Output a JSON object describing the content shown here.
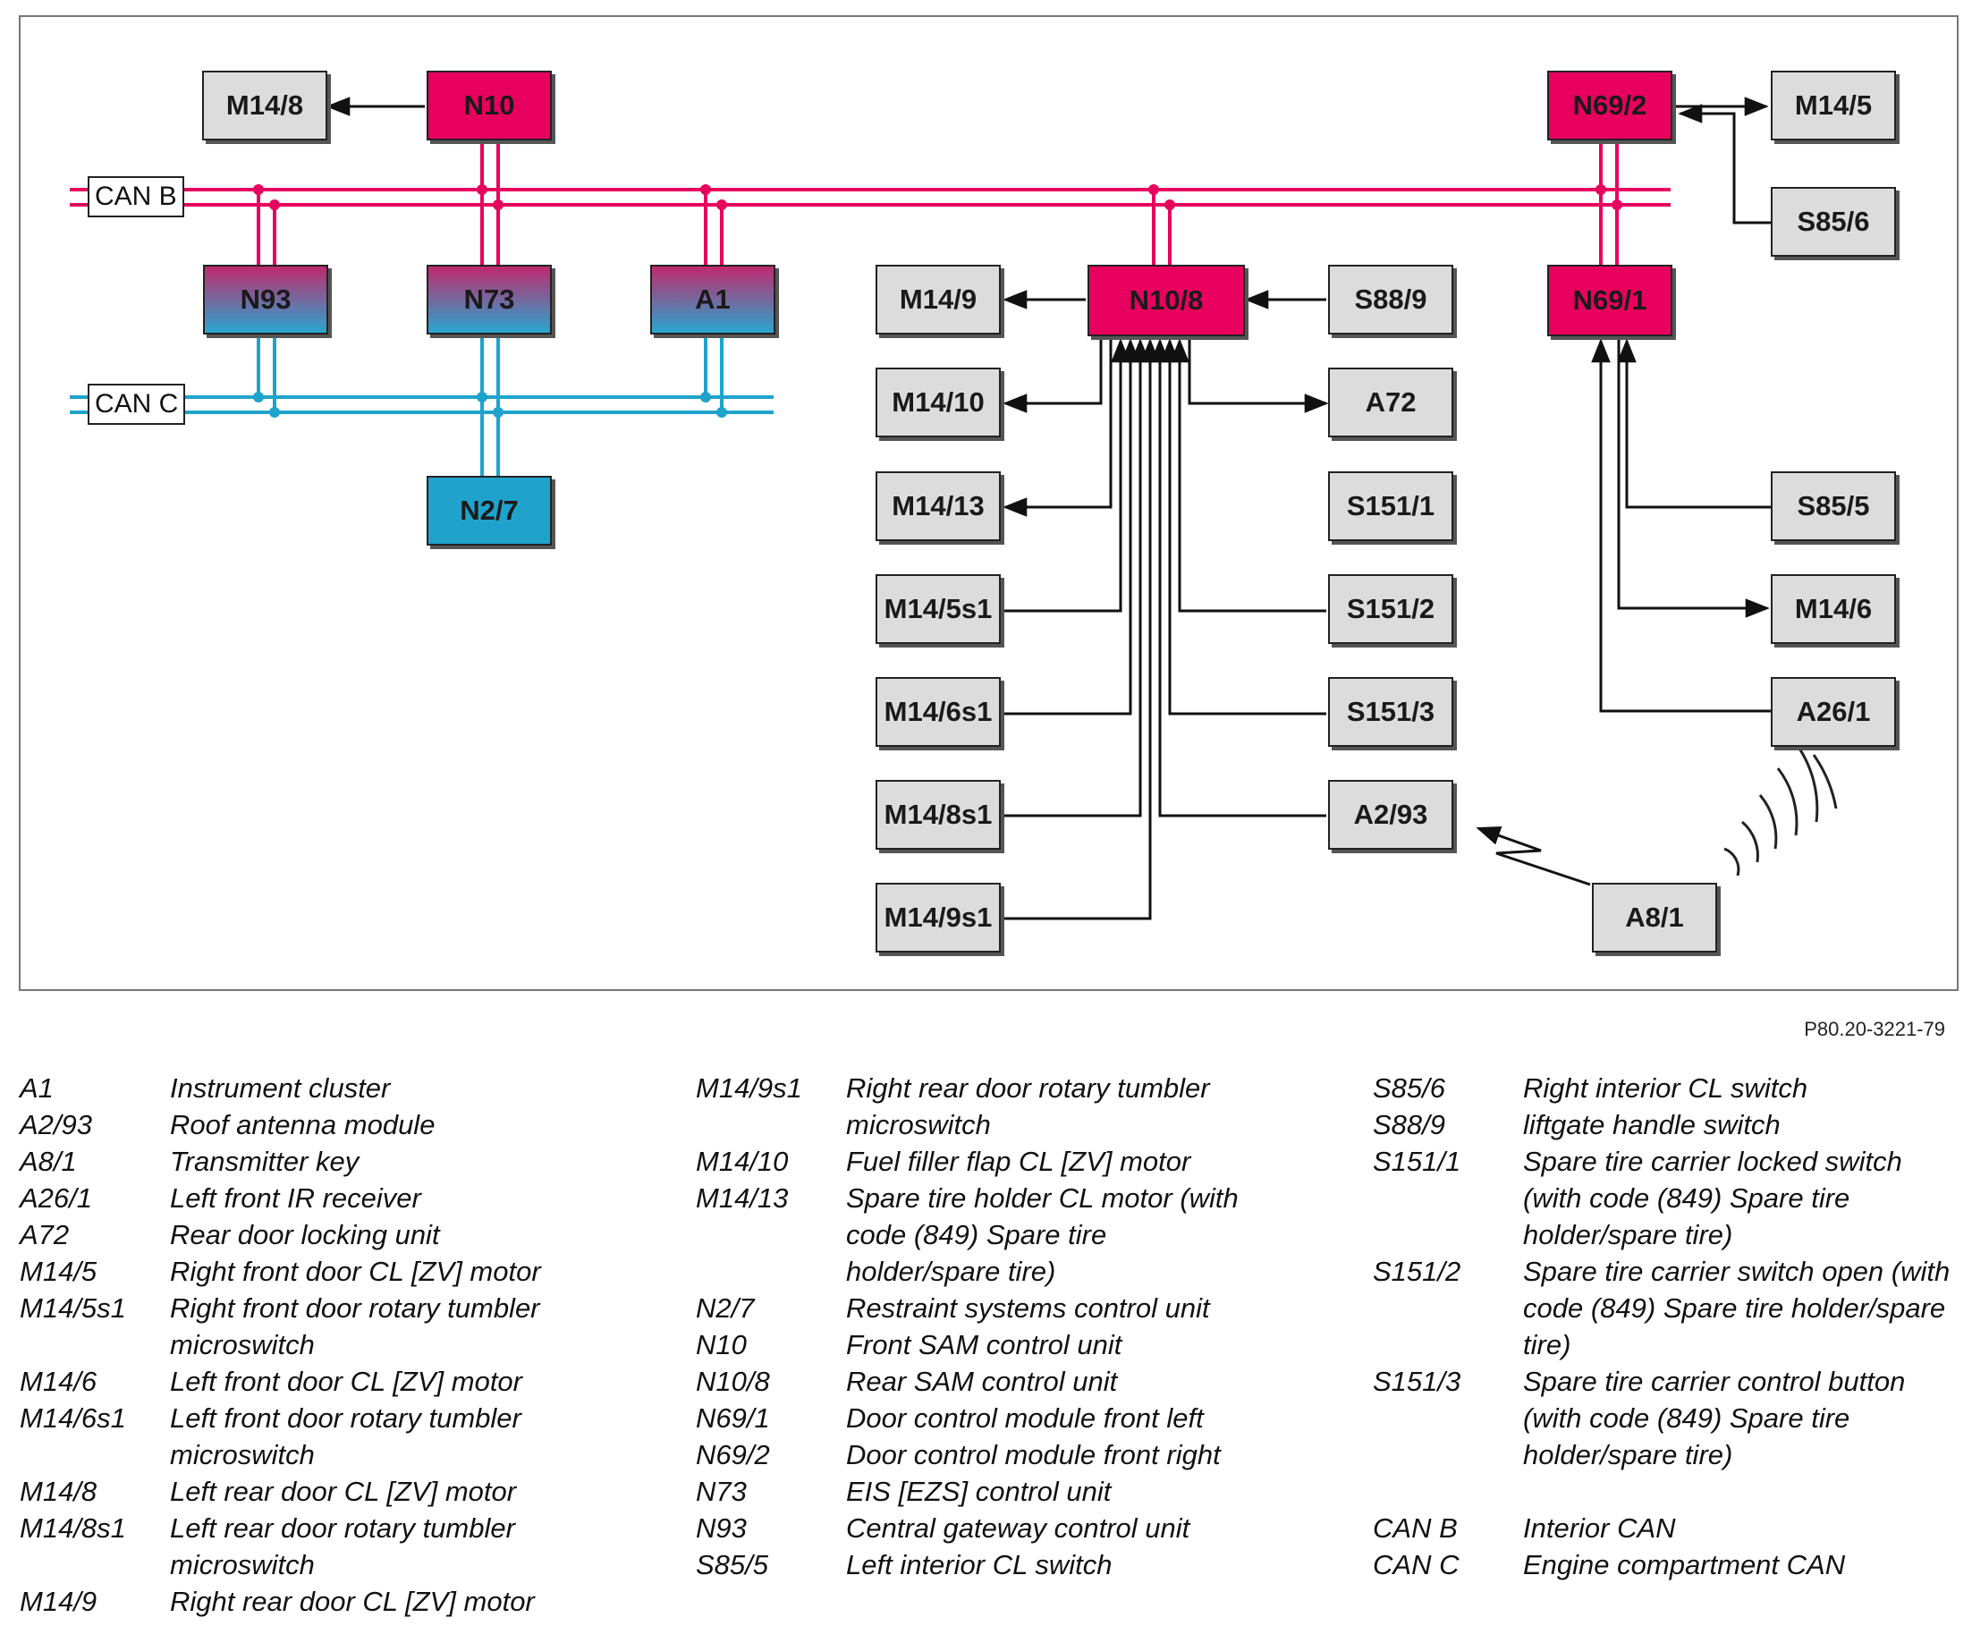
{
  "diagram": {
    "buses": {
      "can_b": "CAN B",
      "can_c": "CAN C"
    },
    "modules": {
      "n10": "N10",
      "n93": "N93",
      "n73": "N73",
      "a1": "A1",
      "n2_7": "N2/7",
      "n10_8": "N10/8",
      "n69_2": "N69/2",
      "n69_1": "N69/1",
      "m14_8": "M14/8",
      "m14_9": "M14/9",
      "m14_10": "M14/10",
      "m14_13": "M14/13",
      "m14_5s1": "M14/5s1",
      "m14_6s1": "M14/6s1",
      "m14_8s1": "M14/8s1",
      "m14_9s1": "M14/9s1",
      "s88_9": "S88/9",
      "a72": "A72",
      "s151_1": "S151/1",
      "s151_2": "S151/2",
      "s151_3": "S151/3",
      "a2_93": "A2/93",
      "a8_1": "A8/1",
      "m14_5": "M14/5",
      "s85_6": "S85/6",
      "s85_5": "S85/5",
      "m14_6": "M14/6",
      "a26_1": "A26/1"
    },
    "colors": {
      "can_b": "#e8005e",
      "can_c": "#1fa3cc",
      "control_unit": "#e8005e",
      "component": "#dcdcdc"
    }
  },
  "figure_ref": "P80.20-3221-79",
  "legend": {
    "col1": [
      {
        "code": "A1",
        "desc": "Instrument cluster"
      },
      {
        "code": "A2/93",
        "desc": "Roof antenna module"
      },
      {
        "code": "A8/1",
        "desc": "Transmitter key"
      },
      {
        "code": "A26/1",
        "desc": "Left front IR receiver"
      },
      {
        "code": "A72",
        "desc": "Rear door locking unit"
      },
      {
        "code": "M14/5",
        "desc": "Right front door CL [ZV] motor"
      },
      {
        "code": "M14/5s1",
        "desc": "Right front door rotary tumbler microswitch"
      },
      {
        "code": "M14/6",
        "desc": "Left front door CL [ZV] motor"
      },
      {
        "code": "M14/6s1",
        "desc": "Left front door rotary tumbler microswitch"
      },
      {
        "code": "M14/8",
        "desc": "Left rear door CL [ZV] motor"
      },
      {
        "code": "M14/8s1",
        "desc": "Left rear door rotary tumbler microswitch"
      },
      {
        "code": "M14/9",
        "desc": "Right rear door CL [ZV] motor"
      }
    ],
    "col2": [
      {
        "code": "M14/9s1",
        "desc": "Right rear door rotary tumbler microswitch"
      },
      {
        "code": "M14/10",
        "desc": "Fuel filler flap CL [ZV] motor"
      },
      {
        "code": "M14/13",
        "desc": "Spare tire holder CL motor (with code (849) Spare tire holder/spare tire)"
      },
      {
        "code": "N2/7",
        "desc": "Restraint systems control unit"
      },
      {
        "code": "N10",
        "desc": "Front SAM control unit"
      },
      {
        "code": "N10/8",
        "desc": "Rear SAM control unit"
      },
      {
        "code": "N69/1",
        "desc": "Door control module front left"
      },
      {
        "code": "N69/2",
        "desc": "Door control module front right"
      },
      {
        "code": "N73",
        "desc": "EIS [EZS] control unit"
      },
      {
        "code": "N93",
        "desc": "Central gateway control unit"
      },
      {
        "code": "S85/5",
        "desc": "Left interior CL switch"
      }
    ],
    "col3": [
      {
        "code": "S85/6",
        "desc": "Right interior CL switch"
      },
      {
        "code": "S88/9",
        "desc": "liftgate handle switch"
      },
      {
        "code": "S151/1",
        "desc": "Spare tire carrier locked switch (with code (849) Spare tire holder/spare tire)"
      },
      {
        "code": "S151/2",
        "desc": "Spare tire carrier switch open (with code (849) Spare tire holder/spare tire)"
      },
      {
        "code": "S151/3",
        "desc": "Spare tire carrier control button (with code (849) Spare tire holder/spare tire)"
      }
    ],
    "col3b": [
      {
        "code": "CAN B",
        "desc": "Interior CAN"
      },
      {
        "code": "CAN C",
        "desc": "Engine compartment CAN"
      }
    ]
  }
}
